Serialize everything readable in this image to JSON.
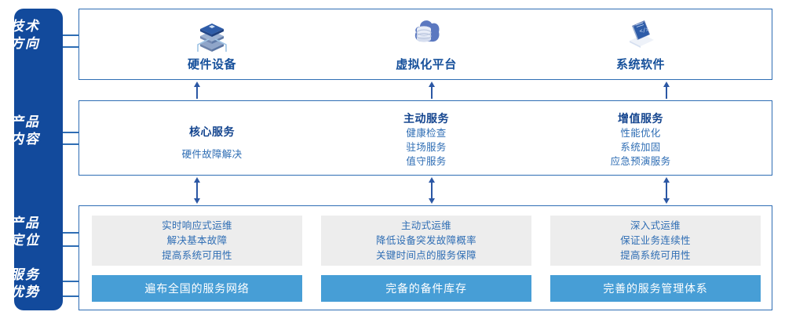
{
  "sidebar": {
    "groups": [
      {
        "name": "tech-direction",
        "line1": "技术",
        "line2": "方向"
      },
      {
        "name": "product-content",
        "line1": "产品",
        "line2": "内容"
      },
      {
        "name": "product-position",
        "line1": "产品",
        "line2": "定位"
      },
      {
        "name": "service-advantage",
        "line1": "服务",
        "line2": "优势"
      }
    ]
  },
  "tech_panel": {
    "columns": [
      {
        "icon": "server-stack-icon",
        "label": "硬件设备"
      },
      {
        "icon": "cloud-database-icon",
        "label": "虚拟化平台"
      },
      {
        "icon": "laptop-code-icon",
        "label": "系统软件"
      }
    ]
  },
  "content_panel": {
    "columns": [
      {
        "title": "核心服务",
        "items": [
          "硬件故障解决"
        ]
      },
      {
        "title": "主动服务",
        "items": [
          "健康检查",
          "驻场服务",
          "值守服务"
        ]
      },
      {
        "title": "增值服务",
        "items": [
          "性能优化",
          "系统加固",
          "应急预演服务"
        ]
      }
    ]
  },
  "bottom_panel": {
    "columns": [
      {
        "position_lines": [
          "实时响应式运维",
          "解决基本故障",
          "提高系统可用性"
        ],
        "advantage": "遍布全国的服务网络"
      },
      {
        "position_lines": [
          "主动式运维",
          "降低设备突发故障概率",
          "关键时间点的服务保障"
        ],
        "advantage": "完备的备件库存"
      },
      {
        "position_lines": [
          "深入式运维",
          "保证业务连续性",
          "提高系统可用性"
        ],
        "advantage": "完善的服务管理体系"
      }
    ]
  },
  "colors": {
    "sidebar_blue": "#124A9C",
    "border_blue": "#2E6DB4",
    "heading_blue": "#14458F",
    "text_blue": "#2E6DB4",
    "bar_blue": "#479ED6",
    "gray_box": "#EDEDED",
    "arrow_blue": "#2B57A4"
  }
}
